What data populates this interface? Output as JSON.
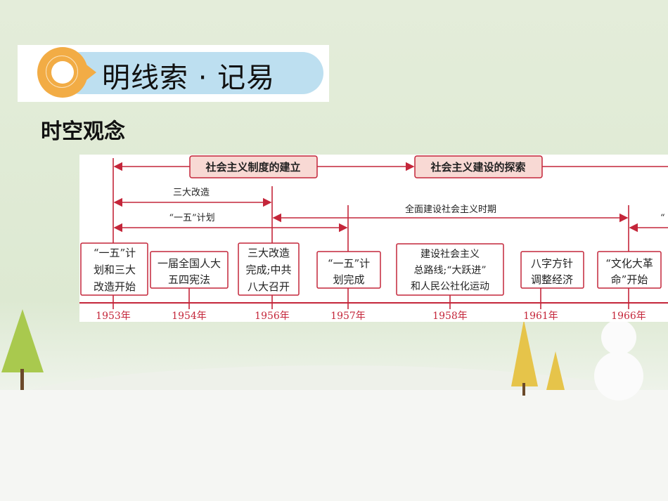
{
  "banner": {
    "title": "明线索 · 记易"
  },
  "section_title": "时空观念",
  "timeline": {
    "periods": [
      "社会主义制度的建立",
      "社会主义建设的探索"
    ],
    "spans": {
      "three_transformations": "三大改造",
      "first_five_year_plan": "“一五”计划",
      "full_construction": "全面建设社会主义时期",
      "cut_off": "“"
    },
    "events": [
      {
        "year": "1953年",
        "lines": [
          "“一五”计",
          "划和三大",
          "改造开始"
        ]
      },
      {
        "year": "1954年",
        "lines": [
          "一届全国人大",
          "五四宪法"
        ]
      },
      {
        "year": "1956年",
        "lines": [
          "三大改造",
          "完成;中共",
          "八大召开"
        ]
      },
      {
        "year": "1957年",
        "lines": [
          "“一五”计",
          "划完成"
        ]
      },
      {
        "year": "1958年",
        "lines": [
          "建设社会主义",
          "总路线;“大跃进”",
          "和人民公社化运动"
        ]
      },
      {
        "year": "1961年",
        "lines": [
          "八字方针",
          "调整经济"
        ]
      },
      {
        "year": "1966年",
        "lines": [
          "“文化大革",
          "命”开始"
        ]
      }
    ]
  },
  "colors": {
    "timeline_red": "#c4263a",
    "header_fill": "#f8d9d4",
    "banner_blue": "#bddff0",
    "banner_orange": "#f2ac45"
  }
}
